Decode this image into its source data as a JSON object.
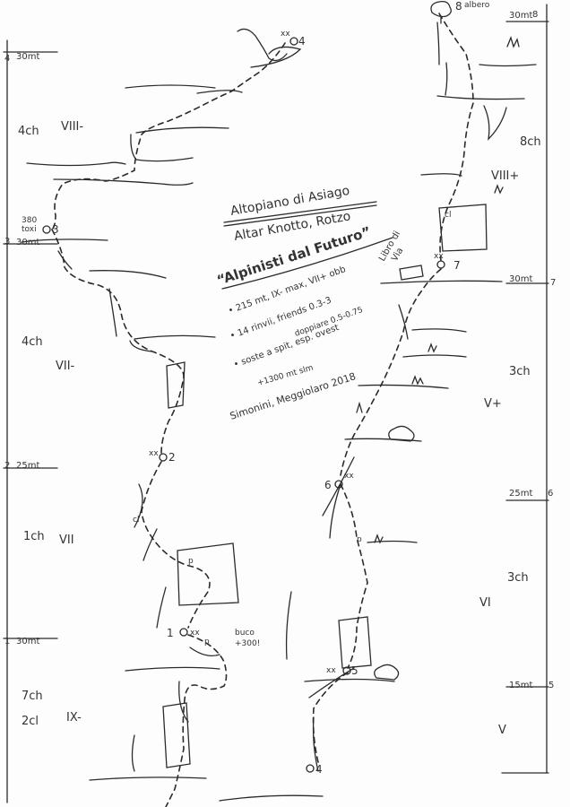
{
  "title": {
    "area": "Altopiano di Asiago",
    "place": "Altar Knotto, Rotzo",
    "route": "“Alpinisti dal Futuro”",
    "specs": "• 215 mt, IX- max, VII+ obb",
    "gear": "• 14 rinvii, friends 0.3-3",
    "gear2": "doppiare 0.5-0.75",
    "belays": "• soste a spit, esp. ovest",
    "altitude": "+1300 mt slm",
    "author": "Simonini, Meggiolaro 2018"
  },
  "logbook": [
    "Libro di",
    "Via"
  ],
  "left_scale": {
    "ticks": [
      {
        "pitch": "4",
        "height": "30mt"
      },
      {
        "pitch": "3",
        "height": "30mt"
      },
      {
        "pitch": "2",
        "height": "25mt"
      },
      {
        "pitch": "1",
        "height": "30mt"
      }
    ]
  },
  "right_scale": {
    "ticks": [
      {
        "pitch": "8",
        "height": "30mt"
      },
      {
        "pitch": "7",
        "height": "30mt"
      },
      {
        "pitch": "6",
        "height": "25mt"
      },
      {
        "pitch": "5",
        "height": "15mt"
      }
    ]
  },
  "left_pitches": [
    {
      "bolts": "4ch",
      "grade": "VIII-"
    },
    {
      "bolts": "4ch",
      "grade": "VII-"
    },
    {
      "bolts": "1ch",
      "grade": "VII"
    },
    {
      "bolts": "7ch",
      "bolts2": "2cl",
      "grade": "IX-"
    }
  ],
  "right_pitches": [
    {
      "bolts": "8ch",
      "grade": "VIII+"
    },
    {
      "bolts": "3ch",
      "grade": "V+"
    },
    {
      "bolts": "3ch",
      "grade": "VI"
    },
    {
      "grade": "V"
    }
  ],
  "belays": {
    "s1": "1",
    "s2": "2",
    "s3": "3",
    "s4": "4",
    "s5": "5",
    "s6": "6",
    "s7": "7",
    "s8": "8",
    "s4b": "4"
  },
  "marks": {
    "xx": "xx",
    "cl": "cl",
    "p": "p",
    "buco": "buco",
    "buco_note": "+300!",
    "n380": "380",
    "toxi": "toxi",
    "albero": "albero"
  }
}
